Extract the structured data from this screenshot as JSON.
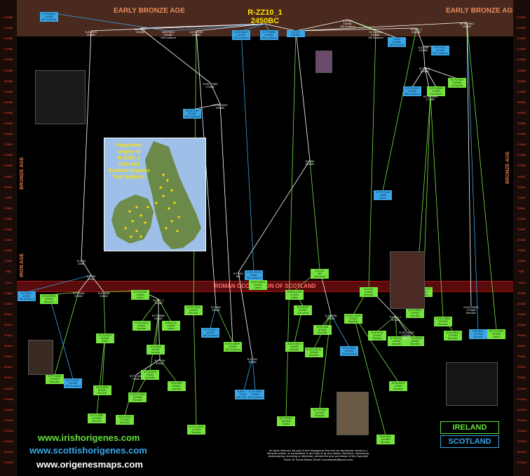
{
  "header": {
    "left_age": "EARLY BRONZE AGE",
    "right_age": "EARLY BRONZE AGE",
    "root_line1": "R-ZZ10_1",
    "root_line2": "2450BC"
  },
  "bands": {
    "bronze_left": "BRONZE AGE",
    "bronze_right": "BRONZE AGE",
    "iron_left": "IRON AGE",
    "roman": "ROMAN OCCUPATION OF SCOTLAND"
  },
  "year_labels": [
    "2450BC",
    "2350BC",
    "2250BC",
    "2150BC",
    "2050BC",
    "1950BC",
    "1850BC",
    "1750BC",
    "1650BC",
    "1550BC",
    "1450BC",
    "1350BC",
    "1250BC",
    "1150BC",
    "1050BC",
    "950BC",
    "850BC",
    "750BC",
    "650BC",
    "550BC",
    "450BC",
    "350BC",
    "250BC",
    "150BC",
    "50BC",
    "50AD",
    "150AD",
    "250AD",
    "350AD",
    "450AD",
    "550AD",
    "650AD",
    "750AD",
    "850AD",
    "950AD",
    "1050AD",
    "1150AD",
    "1250AD",
    "1350AD",
    "1450AD",
    "1550AD",
    "1650AD",
    "1750AD"
  ],
  "nodes": {
    "n1": {
      "label": "R-FGC6907",
      "date": "2450BC",
      "region": "NE Scotland"
    },
    "n2": {
      "label": "R-Z16433",
      "date": "2350BC",
      "region": ""
    },
    "n3": {
      "label": "R-BY4835",
      "date": "2350BC",
      "region": ""
    },
    "n4": {
      "label": "R-BY29813",
      "date": "2350BC",
      "region": "SW Scotland"
    },
    "n5": {
      "label": "R-FGC7065",
      "date": "2400BC",
      "region": ""
    },
    "n6": {
      "label": "R-FGC9620",
      "date": "2300BC",
      "region": "SW Scotland"
    },
    "n7": {
      "label": "R-FT78684",
      "date": "2350BC",
      "region": "SW Scotland"
    },
    "n8": {
      "label": "R-Z257",
      "date": "2400BC",
      "region": ""
    },
    "n9": {
      "label": "R-Z2534",
      "date": "2400BC",
      "region": "SW Scotland"
    },
    "n10": {
      "label": "R-FGC5610",
      "date": "2150BC",
      "region": "SW Scotland"
    },
    "n11": {
      "label": "R-A16",
      "date": "2200BC",
      "region": "SW Scotland"
    },
    "n12": {
      "label": "R-Z259_1",
      "date": "2400BC",
      "region": ""
    },
    "n13": {
      "label": "R-FTB19081",
      "date": "2350BC",
      "region": ""
    },
    "n14": {
      "label": "R-Z2185",
      "date": "2100BC",
      "region": ""
    },
    "n15": {
      "label": "R-FT9927",
      "date": "2100BC",
      "region": "SW Scotland"
    },
    "n16": {
      "label": "R-FT2161",
      "date": "1900BC",
      "region": ""
    },
    "n17": {
      "label": "R-FT87667",
      "date": "1800BC",
      "region": "Connacht"
    },
    "n18": {
      "label": "R-FGC4502",
      "date": "1700BC",
      "region": "SW Scotland"
    },
    "n19": {
      "label": "R-FGC5693",
      "date": "1700BC",
      "region": "Connacht"
    },
    "n20": {
      "label": "R-FT614800",
      "date": "1750BC",
      "region": ""
    },
    "n21": {
      "label": "R-FGC17980",
      "date": "1700BC",
      "region": ""
    },
    "n22": {
      "label": "R-FGC19455",
      "date": "1650BC",
      "region": ""
    },
    "n23": {
      "label": "R-BY49248",
      "date": "1250BC",
      "region": "NW Scotland"
    },
    "n24": {
      "label": "R-Z664",
      "date": "1250BC",
      "region": ""
    },
    "n25": {
      "label": "R-FT271244",
      "date": "750BC",
      "region": "Ulster"
    },
    "n26": {
      "label": "R-Z255",
      "date": "100BC",
      "region": ""
    },
    "n27": {
      "label": "R-Z159",
      "date": "50AD",
      "region": ""
    },
    "n28": {
      "label": "R-Z16437",
      "date": "200AD",
      "region": "SW Scotland"
    },
    "n29": {
      "label": "R-Z16438",
      "date": "200AD",
      "region": ""
    },
    "n30": {
      "label": "R-Z16428",
      "date": "200AD",
      "region": ""
    },
    "n31": {
      "label": "R-FGC6956",
      "date": "250AD",
      "region": "Munster"
    },
    "n32": {
      "label": "R-FT24005",
      "date": "300AD",
      "region": "Ulster"
    },
    "n33": {
      "label": "R-Z227_1",
      "date": "350AD",
      "region": ""
    },
    "n34": {
      "label": "R-FGC9076",
      "date": "450AD",
      "region": "Leinster"
    },
    "n35": {
      "label": "R-FT16685",
      "date": "450AD",
      "region": ""
    },
    "n36": {
      "label": "R-BY3741",
      "date": "500AD",
      "region": "Ulster"
    },
    "n37": {
      "label": "R-FGC7490",
      "date": "400AD",
      "region": "Munster"
    },
    "n38": {
      "label": "R-Y7580",
      "date": "350AD",
      "region": ""
    },
    "n39": {
      "label": "R-FT76927",
      "date": "450AD",
      "region": "SW Scotland"
    },
    "n40": {
      "label": "R-FGC16997",
      "date": "550AD",
      "region": "SW Scotland"
    },
    "n41": {
      "label": "R-Y7763",
      "date": "FAC",
      "region": ""
    },
    "n42": {
      "label": "R-FGC19236",
      "date": "500BC",
      "region": "SW Scotland"
    },
    "n43": {
      "label": "R-BY154812",
      "date": "300AD",
      "region": "Ulster"
    },
    "n44": {
      "label": "R-Z253",
      "date": "2BC",
      "region": "Connacht"
    },
    "n45": {
      "label": "R-BY151278",
      "date": "200AD",
      "region": "Ulster"
    },
    "n46": {
      "label": "R-Z16255",
      "date": "450AD",
      "region": "Connacht"
    },
    "n47": {
      "label": "R-Z16456",
      "date": "500AD",
      "region": ""
    },
    "n48": {
      "label": "R-FGC3091",
      "date": "450AD",
      "region": "Leinster"
    },
    "n49": {
      "label": "R-Z2534B",
      "date": "500AD",
      "region": "Munster"
    },
    "n50": {
      "label": "R-Z250",
      "date": "250AD",
      "region": "Munster"
    },
    "n51": {
      "label": "R-FGC13468",
      "date": "450AD",
      "region": "Munster"
    },
    "n52": {
      "label": "R-Z211_1",
      "date": "350AD",
      "region": ""
    },
    "n53": {
      "label": "R-BY3730",
      "date": "450AD",
      "region": "Munster"
    },
    "n54": {
      "label": "R-FGC28930",
      "date": "450AD",
      "region": "Munster"
    },
    "n55": {
      "label": "R-FT65016",
      "date": "400AD",
      "region": "Munster"
    },
    "n56": {
      "label": "R-FGC5659",
      "date": "500AD",
      "region": "Munster"
    },
    "n57": {
      "label": "R-FGC19026",
      "date": "1150AD",
      "region": "Munster"
    },
    "n58": {
      "label": "R-BY5641",
      "date": "1450AD",
      "region": "Munster"
    },
    "n59": {
      "label": "R-FGC29221",
      "date": "550AD",
      "region": "Munster"
    },
    "n60": {
      "label": "R-FT26011",
      "date": "1600AD",
      "region": "Ulster"
    },
    "n61": {
      "label": "R-BY27244",
      "date": "1100AD",
      "region": "NW Scotland"
    },
    "n62": {
      "label": "R-FT19826",
      "date": "200AD",
      "region": "SW Scotland"
    },
    "n63": {
      "label": "R-BY49843",
      "date": "1050AD",
      "region": "SW Scotland"
    },
    "n64": {
      "label": "R-FGC8025",
      "date": "700AD",
      "region": "Munster"
    },
    "n65": {
      "label": "R-Z16600",
      "date": "850AD",
      "region": "Leinster"
    },
    "n66": {
      "label": "R-FT24016",
      "date": "700AD",
      "region": "Leinster"
    },
    "n67": {
      "label": "R-FGC22008",
      "date": "1250AD",
      "region": "Munster"
    },
    "n68": {
      "label": "R-Y7558",
      "date": "450AD",
      "region": ""
    },
    "n69": {
      "label": "R-FT11650",
      "date": "750AD",
      "region": ""
    },
    "n70": {
      "label": "R-FT74640",
      "date": "1050AD",
      "region": "Munster"
    },
    "n71": {
      "label": "R-BY3660",
      "date": "800AD",
      "region": "Leinster"
    },
    "n72": {
      "label": "R-FT33327",
      "date": "800AD",
      "region": "Ulster"
    },
    "n73": {
      "label": "R-BY16902",
      "date": "850AD",
      "region": "Munster"
    },
    "n74": {
      "label": "R-FGC36092",
      "date": "1350AD",
      "region": "Munster"
    },
    "n75": {
      "label": "R-BY26951",
      "date": "1700AD",
      "region": "Munster"
    },
    "n76": {
      "label": "R-FGC12717",
      "date": "600AD",
      "region": "Munster"
    },
    "n77": {
      "label": "R-Z2531",
      "date": "550AD",
      "region": ""
    },
    "n78": {
      "label": "R-FT10061",
      "date": "1300AD",
      "region": "Munster"
    },
    "n79": {
      "label": "R-FT14051",
      "date": "1050AD",
      "region": "SW Scotland"
    },
    "n80": {
      "label": "R-FT32560",
      "date": "1500AD",
      "region": "Munster"
    },
    "n81": {
      "label": "R-FGC23862",
      "date": "1200AD",
      "region": "Munster"
    },
    "n82": {
      "label": "R-BY9851",
      "date": "1450AD",
      "region": "Munster"
    },
    "n83": {
      "label": "R-FT110993",
      "date": "1600AD",
      "region": "Ulster"
    },
    "n84": {
      "label": "R-FGC6823",
      "date": "1700AD",
      "region": "Munster"
    },
    "n85": {
      "label": "R-FGC25630",
      "date": "1750AD",
      "region": "Munster"
    }
  },
  "map": {
    "title_lines": [
      "Pinpointed",
      "origins of",
      "R-ZZ10_1",
      "Irish and",
      "Scottish Origenes",
      "Test Subjects"
    ]
  },
  "urls": [
    "www.irishorigenes.com",
    "www.scottishorigenes.com",
    "www.origenesmaps.com"
  ],
  "legend": {
    "ireland": "IRELAND",
    "scotland": "SCOTLAND"
  },
  "colors": {
    "ireland_green": "#76e33e",
    "scotland_blue": "#3aa6e8",
    "roman_red": "#5a0c0c"
  },
  "copyright": "All rights reserved. No part of this Haplogroup Tree may be reproduced, stored in a retrieval system, or transmitted, in any form or by any means, electronic, mechanical, photocopying, recording or otherwise, without the prior permission of the Copyright Owner Dr Tyrone Bowes (Email: tyronebowes@gmail.com)"
}
